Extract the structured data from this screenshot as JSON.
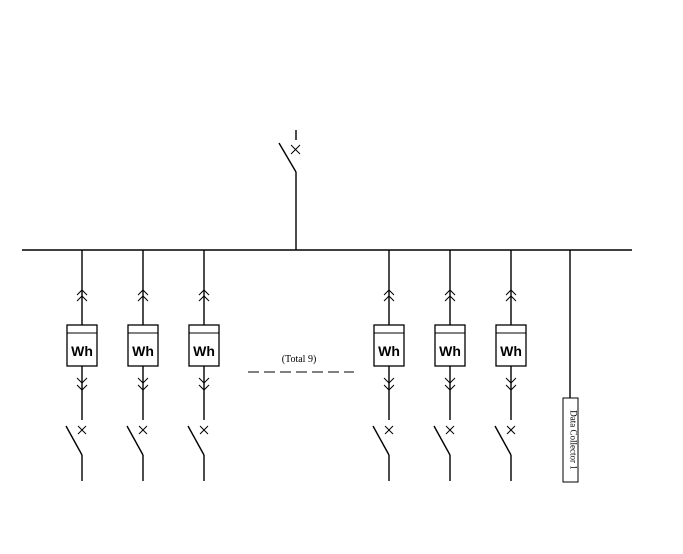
{
  "meter_label": "Wh",
  "total_note": "(Total 9)",
  "collector_label": "Data Collector 1",
  "meter_count_shown": 6
}
